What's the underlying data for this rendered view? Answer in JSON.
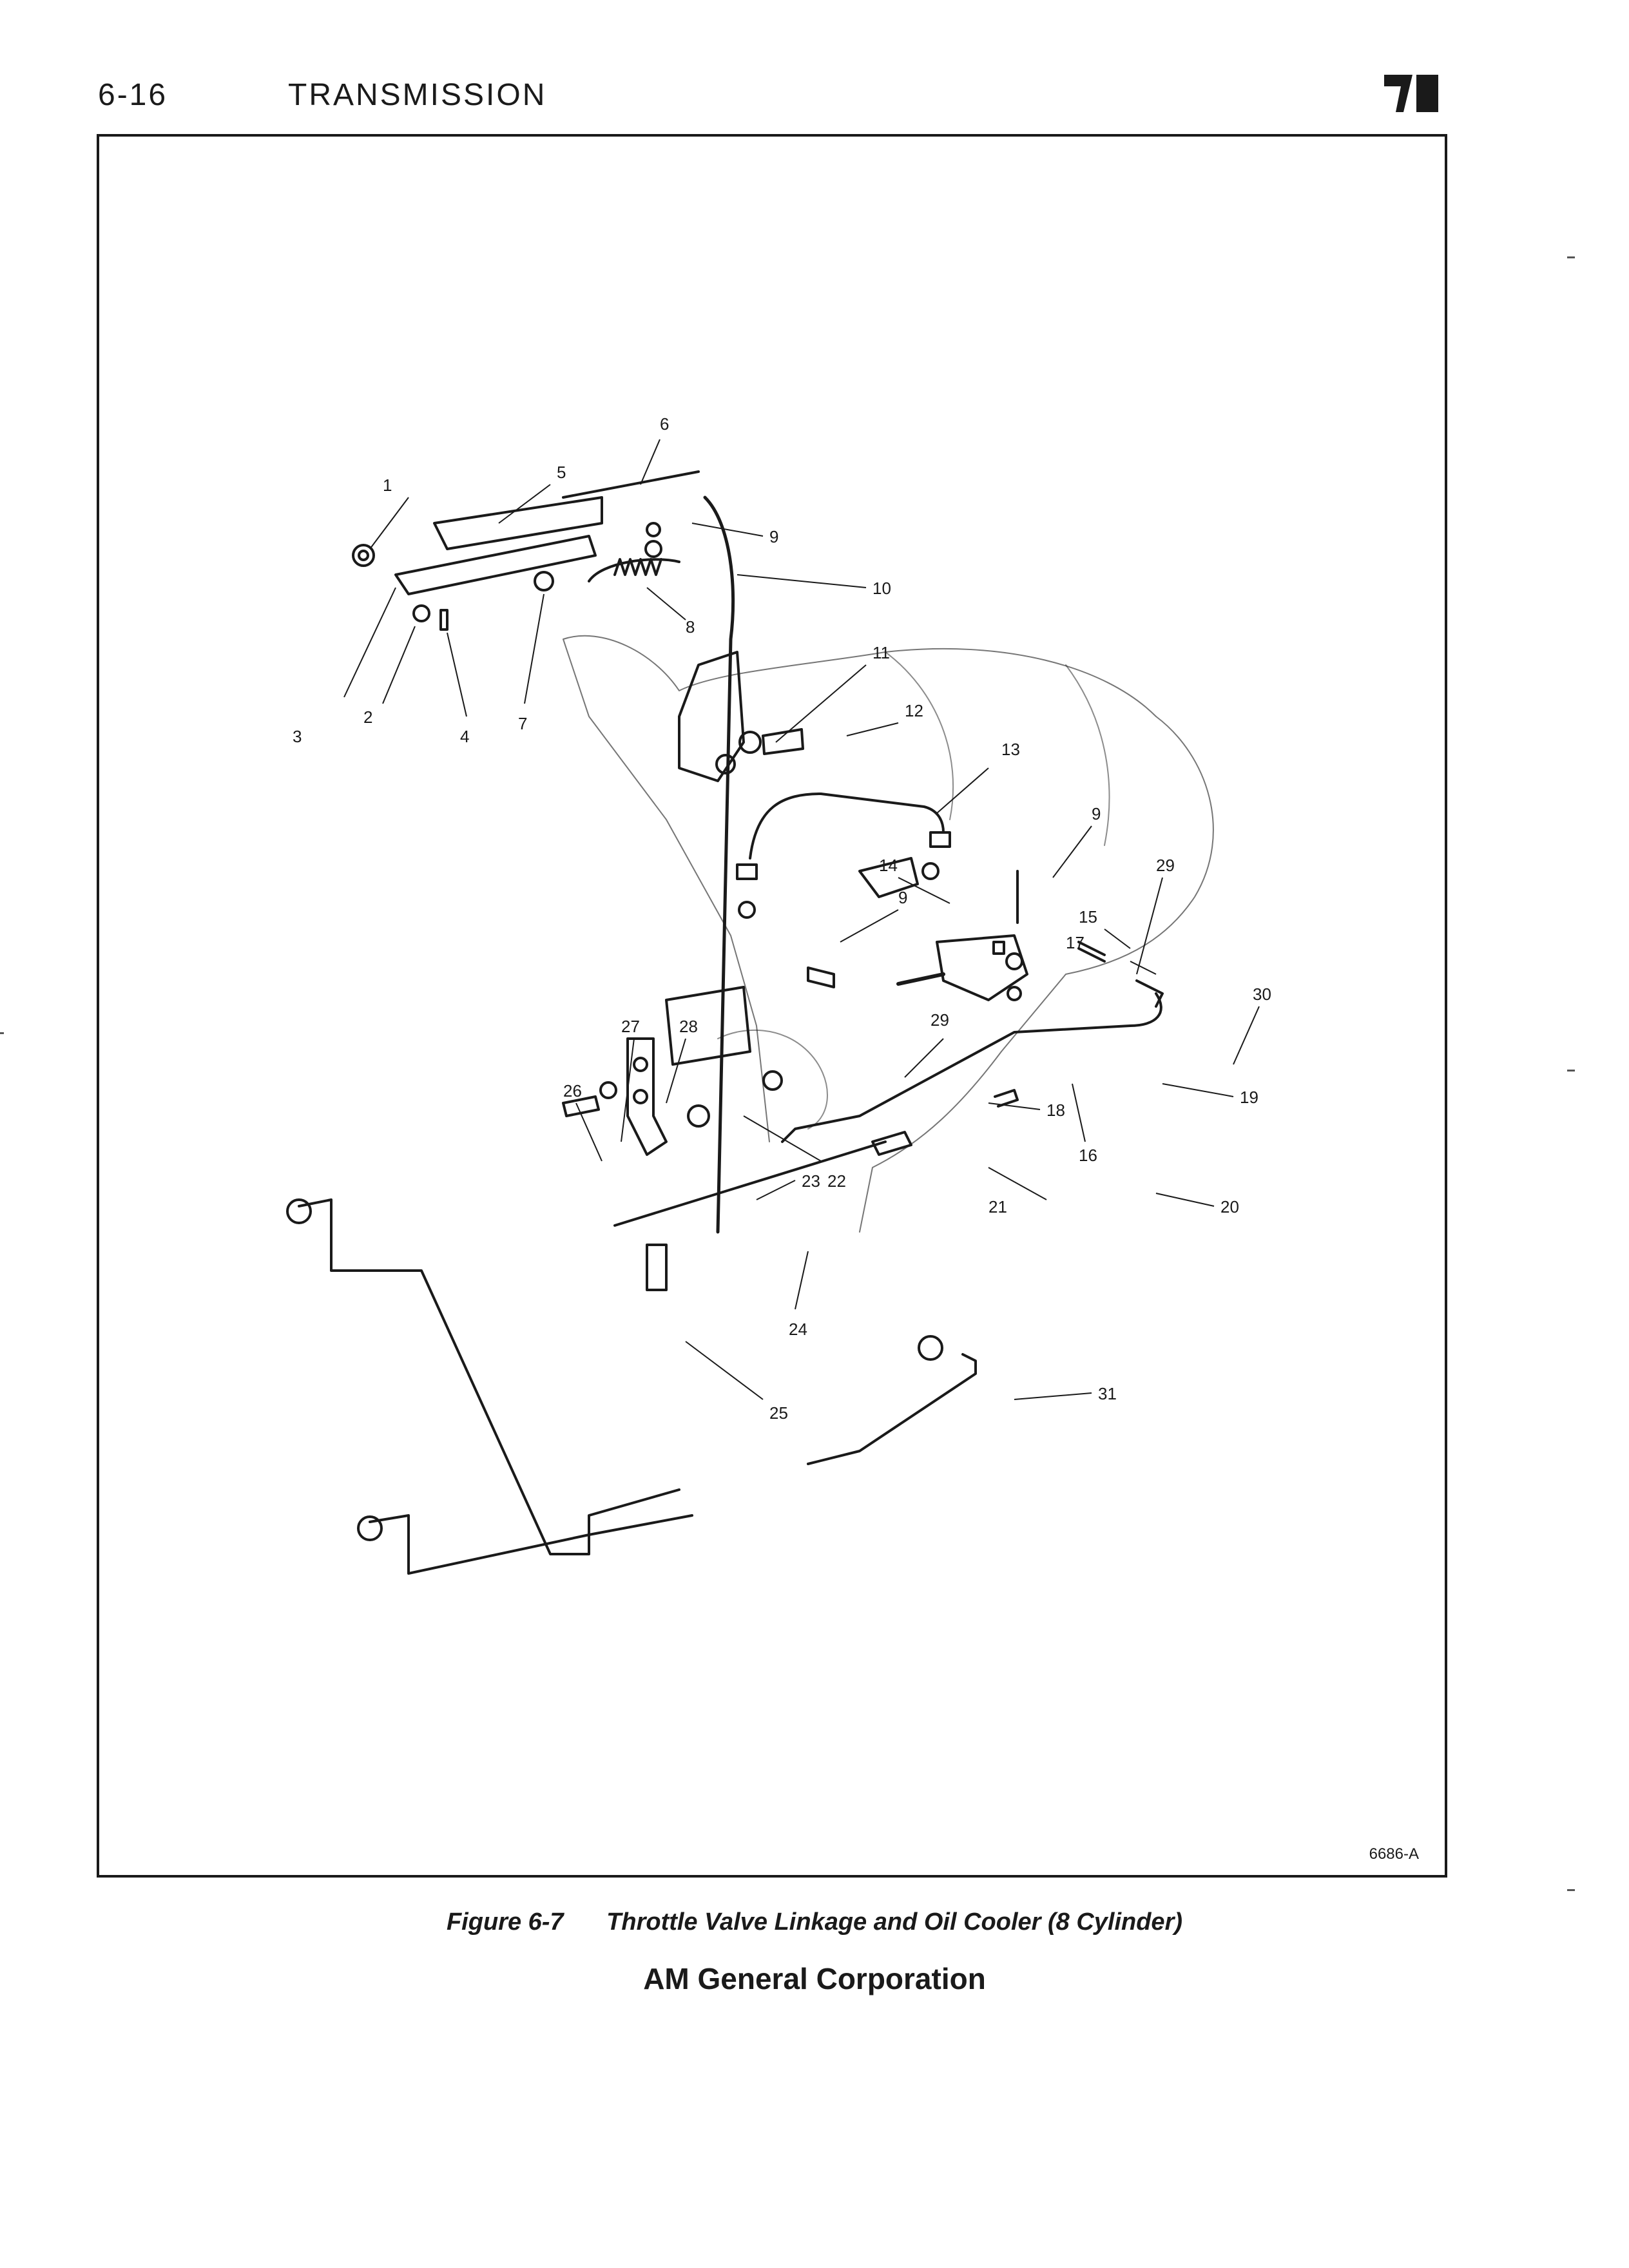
{
  "header": {
    "page_number": "6-16",
    "section_title": "TRANSMISSION"
  },
  "figure": {
    "code": "6686-A",
    "callouts": [
      "1",
      "2",
      "3",
      "4",
      "5",
      "6",
      "7",
      "8",
      "9",
      "10",
      "11",
      "12",
      "13",
      "9",
      "14",
      "9",
      "15",
      "17",
      "29",
      "29",
      "30",
      "19",
      "18",
      "16",
      "27",
      "28",
      "26",
      "23",
      "22",
      "21",
      "20",
      "24",
      "25",
      "31"
    ]
  },
  "caption": {
    "number": "Figure 6-7",
    "title": "Throttle Valve Linkage and Oil Cooler (8 Cylinder)"
  },
  "footer": {
    "publisher": "AM General Corporation"
  },
  "colors": {
    "ink": "#1a1a1a",
    "paper": "#ffffff"
  }
}
